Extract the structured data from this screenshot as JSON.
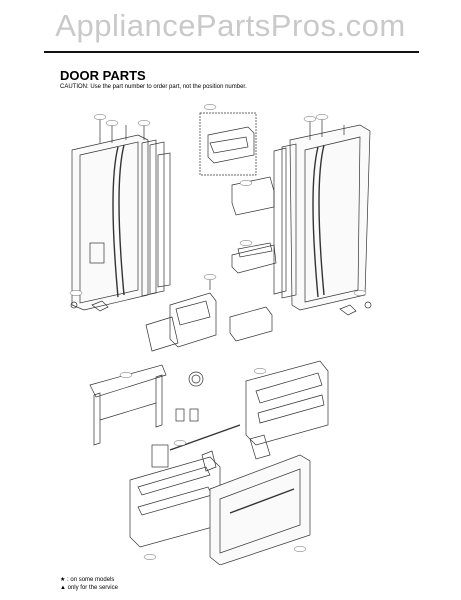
{
  "watermark": "AppliancePartsPros.com",
  "header": {
    "title": "DOOR PARTS",
    "caution": "CAUTION: Use the part number to order part, not the position number."
  },
  "legend": {
    "line1": "★ : on some models",
    "line2": "▲ only for the service"
  }
}
